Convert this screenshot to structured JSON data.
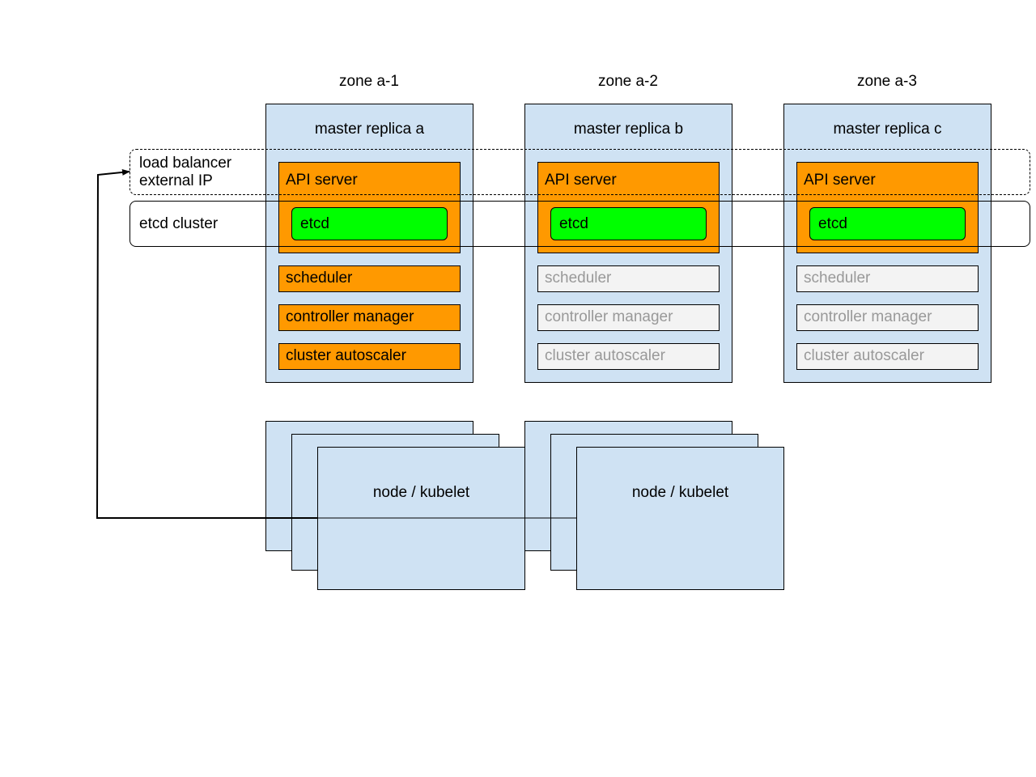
{
  "zones": [
    {
      "label": "zone a-1",
      "master": "master replica a",
      "api": "API server",
      "etcd": "etcd",
      "components": [
        "scheduler",
        "controller manager",
        "cluster autoscaler"
      ],
      "active": true
    },
    {
      "label": "zone a-2",
      "master": "master replica b",
      "api": "API server",
      "etcd": "etcd",
      "components": [
        "scheduler",
        "controller manager",
        "cluster autoscaler"
      ],
      "active": false
    },
    {
      "label": "zone a-3",
      "master": "master replica c",
      "api": "API server",
      "etcd": "etcd",
      "components": [
        "scheduler",
        "controller manager",
        "cluster autoscaler"
      ],
      "active": false
    }
  ],
  "load_balancer": {
    "line1": "load balancer",
    "line2": "external IP"
  },
  "etcd_cluster": "etcd cluster",
  "nodes": [
    "node / kubelet",
    "node / kubelet"
  ],
  "colors": {
    "master_bg": "#cfe2f3",
    "active_component": "#ff9900",
    "etcd": "#00ff00",
    "inactive_component": "#f3f3f3",
    "inactive_text": "#999999"
  }
}
